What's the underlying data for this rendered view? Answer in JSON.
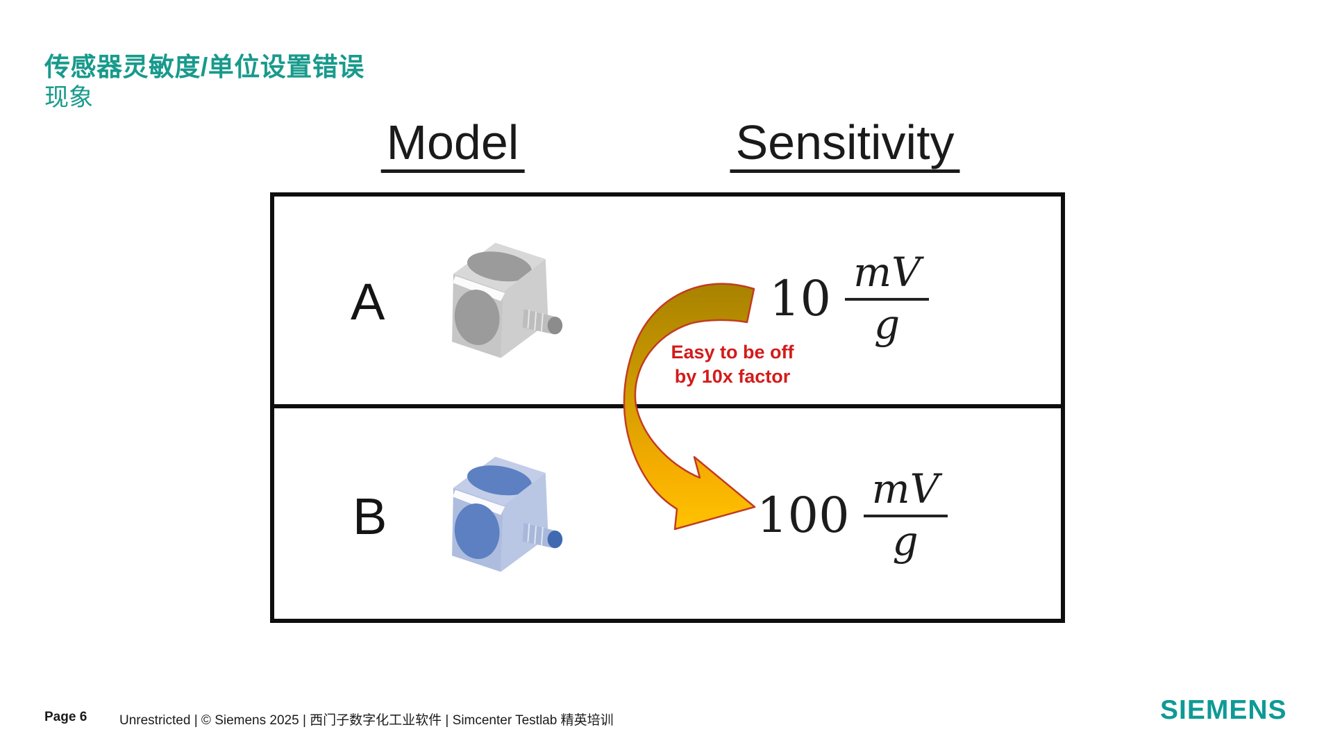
{
  "title": {
    "line1": "传感器灵敏度/单位设置错误",
    "line2": "现象",
    "accent_color": "#189a8c"
  },
  "table": {
    "headers": [
      "Model",
      "Sensitivity"
    ],
    "rows": [
      {
        "model_label": "A",
        "sensor_image": "gray-triaxial-accelerometer",
        "value": "10",
        "unit_numerator": "mV",
        "unit_denominator": "g"
      },
      {
        "model_label": "B",
        "sensor_image": "blue-triaxial-accelerometer",
        "value": "100",
        "unit_numerator": "mV",
        "unit_denominator": "g"
      }
    ]
  },
  "annotation": {
    "line1": "Easy to be off",
    "line2": "by 10x factor",
    "text_color": "#d41a1a",
    "arrow_color_top": "#a88200",
    "arrow_color_bottom": "#ffc300",
    "arrow_outline_color": "#c23b22"
  },
  "footer": {
    "page_label": "Page 6",
    "meta": "Unrestricted | © Siemens 2025 | 西门子数字化工业软件 | Simcenter Testlab 精英培训",
    "logo_text": "SIEMENS",
    "logo_color": "#0e9a95"
  }
}
